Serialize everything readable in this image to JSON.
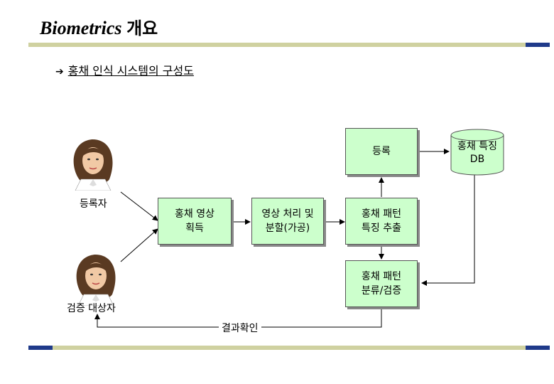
{
  "header": {
    "title_latin": "Biometrics",
    "title_korean": "개요"
  },
  "bullet": {
    "text": "홍채 인식 시스템의 구성도"
  },
  "diagram": {
    "registrant_label": "등록자",
    "verifier_label": "검증 대상자",
    "box_register": "등록",
    "box_acquire": "홍채 영상\n획득",
    "box_process": "영상 처리 및\n분할(가공)",
    "box_extract": "홍채 패턴\n특징 추출",
    "box_classify": "홍채 패턴\n분류/검증",
    "db_label": "홍채 특징\nDB",
    "result_label": "결과확인"
  },
  "colors": {
    "box_fill": "#ccffcc",
    "rule": "#cfd1a0",
    "rule_end": "#1f3a8a"
  }
}
